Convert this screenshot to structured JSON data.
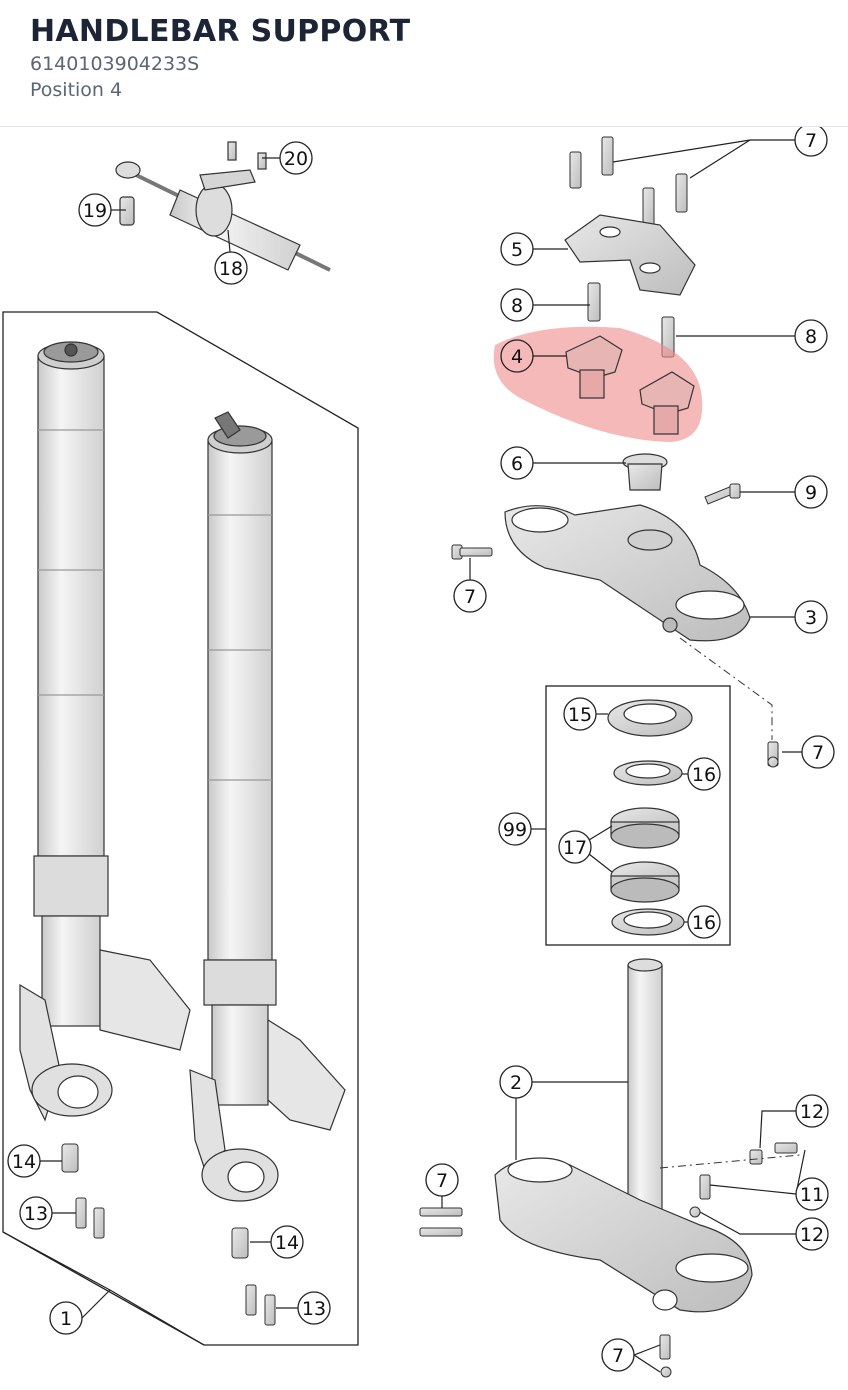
{
  "header": {
    "title": "HANDLEBAR SUPPORT",
    "part_number": "6140103904233S",
    "position": "Position 4"
  },
  "diagram": {
    "highlighted_callout": "4",
    "highlight_color": "#f08a8a",
    "callouts": {
      "c20": "20",
      "c19": "19",
      "c18": "18",
      "c7a": "7",
      "c5": "5",
      "c8a": "8",
      "c8b": "8",
      "c4": "4",
      "c6": "6",
      "c9": "9",
      "c7b": "7",
      "c3": "3",
      "c7c": "7",
      "c15": "15",
      "c16a": "16",
      "c99": "99",
      "c17": "17",
      "c16b": "16",
      "c2": "2",
      "c12a": "12",
      "c7d": "7",
      "c11": "11",
      "c12b": "12",
      "c14a": "14",
      "c13a": "13",
      "c14b": "14",
      "c13b": "13",
      "c1": "1",
      "c7e": "7"
    }
  }
}
